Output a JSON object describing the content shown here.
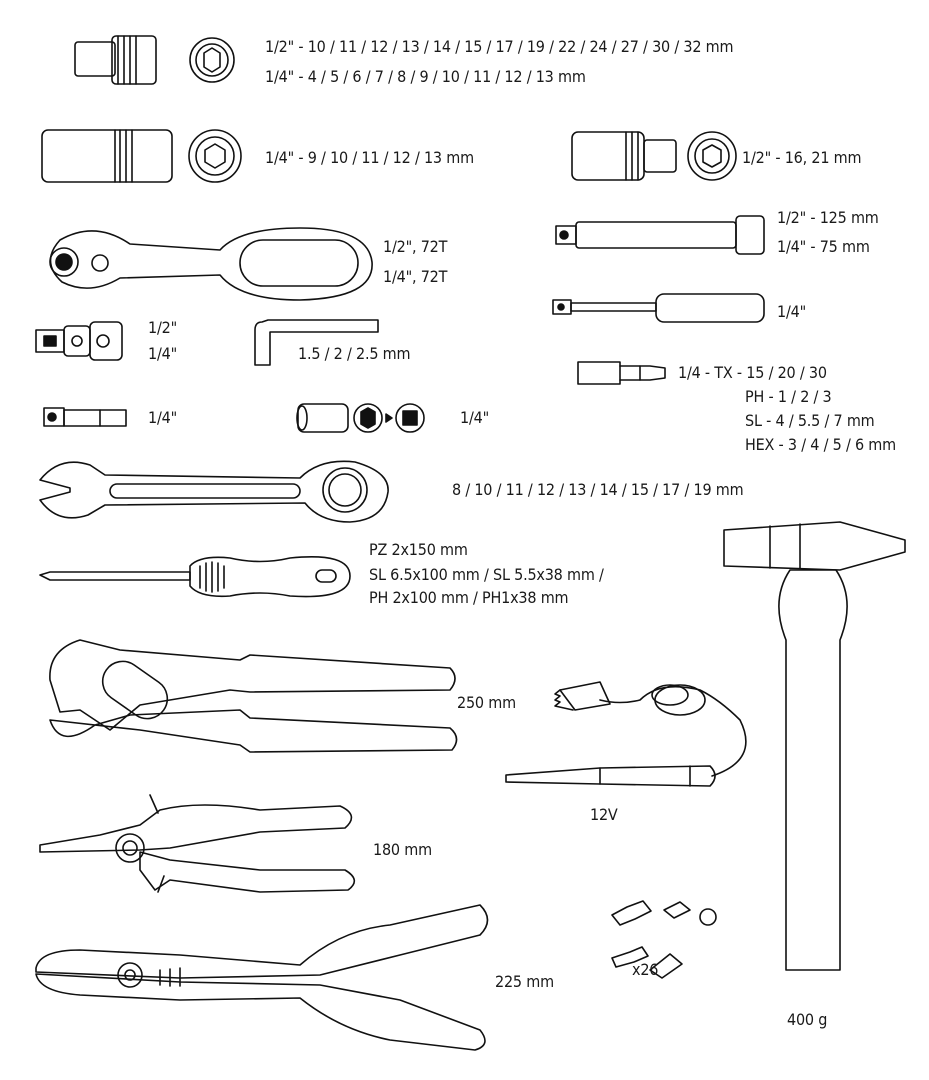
{
  "labels": {
    "sockets_half": "1/2\"  -   10 / 11 / 12 / 13 / 14 / 15 / 17 / 19 / 22 / 24 / 27 / 30 / 32 mm",
    "sockets_quarter": "1/4\"  -    4 / 5 / 6 / 7 / 8 / 9 / 10 / 11 / 12 / 13 mm",
    "deep_sockets": "1/4\"  -   9 / 10 / 11 / 12 / 13 mm",
    "spark_sockets": "1/2\" - 16, 21 mm",
    "ratchet_half": "1/2\", 72T",
    "ratchet_quarter": "1/4\", 72T",
    "extension_half": "1/2\"  -   125 mm",
    "extension_quarter": "1/4\"  -   75 mm",
    "spinner": "1/4\"",
    "ujoint_half": "1/2\"",
    "ujoint_quarter": "1/4\"",
    "hex_keys": "1.5 / 2 / 2.5 mm",
    "bits_tx": "1/4  -  TX - 15 / 20 / 30",
    "bits_ph": "PH - 1 / 2 / 3",
    "bits_sl": "SL -  4 / 5.5 / 7 mm",
    "bits_hex": "HEX - 3 / 4 / 5 / 6 mm",
    "bit_adapter": "1/4\"",
    "adapter": "1/4\"",
    "wrenches": "8 / 10 / 11 / 12 / 13 / 14 / 15 / 17 / 19 mm",
    "screwdriver_1": "PZ 2x150 mm",
    "screwdriver_2": "SL 6.5x100 mm / SL 5.5x38 mm /",
    "screwdriver_3": "PH 2x100 mm / PH1x38 mm",
    "water_pump_pliers": "250 mm",
    "tester": "12V",
    "combination_pliers": "180 mm",
    "crimping_pliers": "225 mm",
    "terminals": "x26",
    "hammer": "400 g"
  }
}
